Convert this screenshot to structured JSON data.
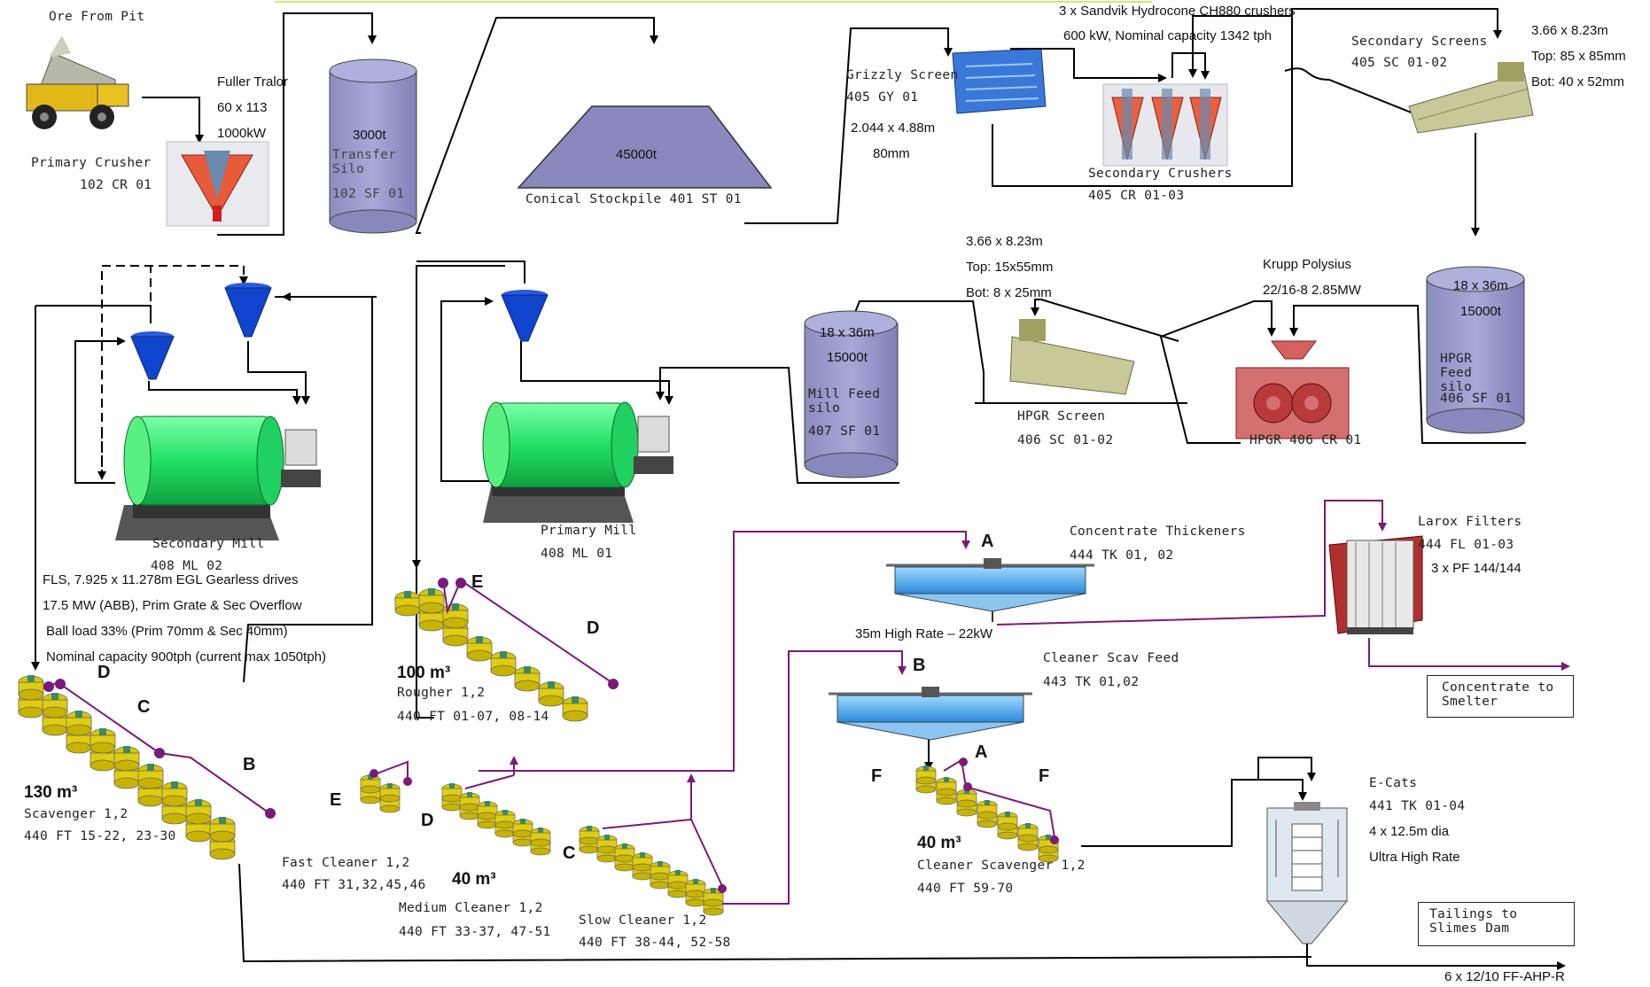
{
  "colors": {
    "accent": "#7a1a7a",
    "silo": "#9a9ac8",
    "mill": "#3cf07a",
    "bluecone": "#1144cc"
  },
  "labels": {
    "ore_from_pit": "Ore From Pit",
    "fuller_tralor": "Fuller Tralor",
    "fuller_size": "60 x 113",
    "fuller_power": "1000kW",
    "primary_crusher": "Primary Crusher",
    "primary_crusher_tag": "102 CR 01",
    "transfer_cap": "3000t",
    "transfer_name": "Transfer Silo",
    "transfer_tag": "102 SF 01",
    "stockpile_cap": "45000t",
    "stockpile_name": "Conical Stockpile  401 ST 01",
    "grizzly_name": "Grizzly Screen",
    "grizzly_tag": "405 GY 01",
    "grizzly_size": "2.044 x 4.88m",
    "grizzly_gap": "80mm",
    "sandvik_1": "3 x Sandvik Hydrocone CH880 crushers",
    "sandvik_2": "600 kW, Nominal capacity 1342 tph",
    "sec_crushers": "Secondary Crushers",
    "sec_crushers_tag": "405 CR 01-03",
    "sec_screens": "Secondary Screens",
    "sec_screens_tag": "405 SC 01-02",
    "ss_size": "3.66 x 8.23m",
    "ss_top": "Top: 85 x 85mm",
    "ss_bot": "Bot: 40 x 52mm",
    "hpgr_silo_size": "18 x 36m",
    "hpgr_silo_cap": "15000t",
    "hpgr_silo_name": "HPGR Feed silo",
    "hpgr_silo_tag": "406 SF 01",
    "krupp": "Krupp Polysius",
    "krupp_spec": "22/16-8 2.85MW",
    "hpgr_name": "HPGR 406 CR 01",
    "hs_size": "3.66 x 8.23m",
    "hs_top": "Top: 15x55mm",
    "hs_bot": "Bot: 8 x 25mm",
    "hpgr_screen": "HPGR Screen",
    "hpgr_screen_tag": "406 SC 01-02",
    "mf_size": "18 x 36m",
    "mf_cap": "15000t",
    "mf_name": "Mill Feed silo",
    "mf_tag": "407 SF 01",
    "primary_mill": "Primary Mill",
    "primary_mill_tag": "408 ML 01",
    "secondary_mill": "Secondary Mill",
    "secondary_mill_tag": "408 ML 02",
    "fls_1": "FLS, 7.925 x 11.278m EGL Gearless drives",
    "fls_2": "17.5 MW (ABB), Prim Grate & Sec Overflow",
    "fls_3": "Ball load 33% (Prim 70mm & Sec 40mm)",
    "fls_4": "Nominal capacity 900tph (current max 1050tph)",
    "rougher_vol": "100 m³",
    "rougher_name": "Rougher 1,2",
    "rougher_tag": "440 FT 01-07, 08-14",
    "scav_vol": "130 m³",
    "scav_name": "Scavenger 1,2",
    "scav_tag": "440 FT 15-22, 23-30",
    "fast_name": "Fast Cleaner 1,2",
    "fast_tag": "440 FT 31,32,45,46",
    "med_vol": "40 m³",
    "med_name": "Medium Cleaner 1,2",
    "med_tag": "440 FT 33-37, 47-51",
    "slow_name": "Slow Cleaner 1,2",
    "slow_tag": "440 FT 38-44, 52-58",
    "conc_thick": "Concentrate Thickeners",
    "conc_thick_tag": "444 TK 01, 02",
    "high_rate": "35m High Rate – 22kW",
    "csf_name": "Cleaner Scav Feed",
    "csf_tag": "443 TK 01,02",
    "cs_vol": "40 m³",
    "cs_name": "Cleaner Scavenger 1,2",
    "cs_tag": "440 FT 59-70",
    "larox": "Larox Filters",
    "larox_tag": "444 FL 01-03",
    "larox_pf": "3 x PF 144/144",
    "conc_smelter": "Concentrate to Smelter",
    "ecats": "E-Cats",
    "ecats_tag": "441 TK 01-04",
    "ecats_dia": "4 x 12.5m dia",
    "ecats_rate": "Ultra High Rate",
    "tailings": "Tailings to Slimes Dam",
    "ff_ahp": "6 x 12/10 FF-AHP-R"
  },
  "letters": {
    "a": "A",
    "b": "B",
    "c": "C",
    "d": "D",
    "e": "E",
    "f": "F"
  }
}
